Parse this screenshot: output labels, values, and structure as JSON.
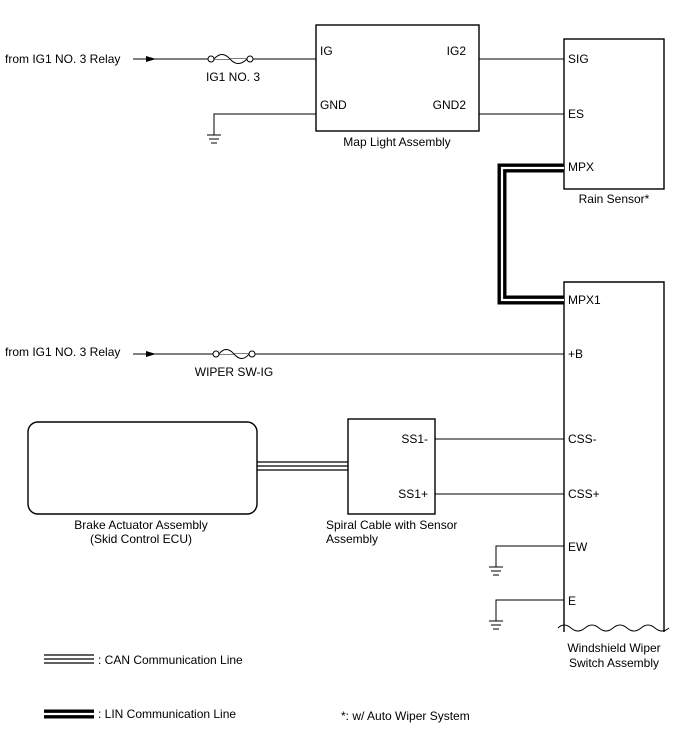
{
  "diagram": {
    "sources": {
      "relay_top": "from IG1 NO. 3 Relay",
      "relay_mid": "from IG1 NO. 3 Relay"
    },
    "fuses": {
      "ig1_no3": "IG1 NO. 3",
      "wiper_sw_ig": "WIPER SW-IG"
    },
    "map_light": {
      "name": "Map Light Assembly",
      "pins": {
        "ig": "IG",
        "ig2": "IG2",
        "gnd": "GND",
        "gnd2": "GND2"
      }
    },
    "rain_sensor": {
      "name": "Rain Sensor*",
      "pins": {
        "sig": "SIG",
        "es": "ES",
        "mpx": "MPX"
      }
    },
    "wiper_switch": {
      "name_line1": "Windshield Wiper",
      "name_line2": "Switch Assembly",
      "pins": {
        "mpx1": "MPX1",
        "plus_b": "+B",
        "css_minus": "CSS-",
        "css_plus": "CSS+",
        "ew": "EW",
        "e": "E"
      }
    },
    "spiral_cable": {
      "name_line1": "Spiral Cable with Sensor",
      "name_line2": "Assembly",
      "pins": {
        "ss1_minus": "SS1-",
        "ss1_plus": "SS1+"
      }
    },
    "brake_actuator": {
      "name_line1": "Brake Actuator Assembly",
      "name_line2": "(Skid Control ECU)"
    },
    "legend": {
      "can": ": CAN Communication Line",
      "lin": ": LIN Communication Line",
      "note": "*: w/ Auto Wiper System"
    }
  }
}
